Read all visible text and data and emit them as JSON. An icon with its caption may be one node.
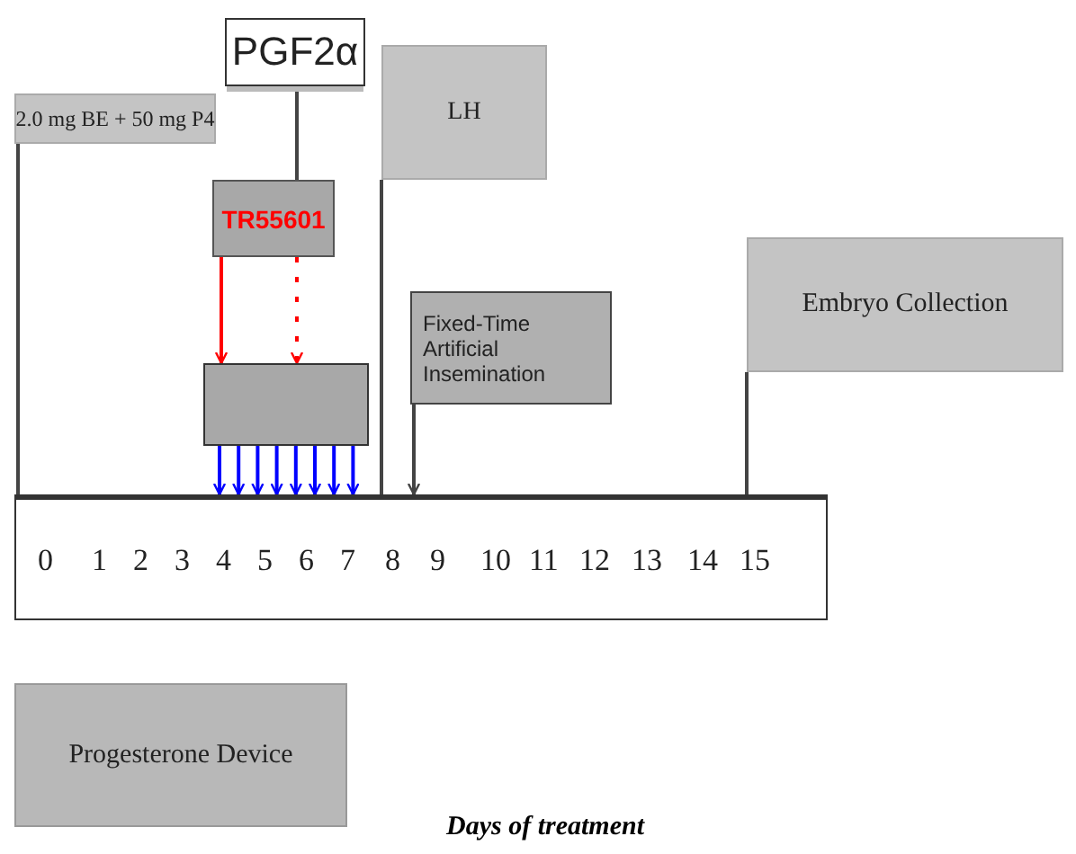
{
  "diagram": {
    "nodes": [
      {
        "text": [
          "2.0 mg BE + 50 mg P4"
        ]
      },
      {
        "text": [
          "PGF2α"
        ]
      },
      {
        "text": [
          "LH"
        ]
      },
      {
        "text": [
          "TR55601"
        ]
      },
      {
        "text": [],
        "shape": "box"
      },
      {
        "text": [
          "Fixed-Time Artificial Insemination"
        ]
      },
      {
        "text": [
          "Embryo Collection"
        ]
      },
      {
        "text": [
          "0",
          "1",
          "2",
          "3",
          "4",
          "5",
          "6",
          "7",
          "8",
          "9",
          "10",
          "11",
          "12",
          "13",
          "14",
          "15"
        ]
      },
      {
        "text": [
          "Progesterone Device"
        ]
      }
    ],
    "edges": [
      {
        "from": 0,
        "to": 7,
        "arrow": "none",
        "color": "#444444"
      },
      {
        "from": 1,
        "to": 3,
        "arrow": "none",
        "color": "#444444"
      },
      {
        "from": 3,
        "to": 4,
        "arrow": "to",
        "color": "#ff0000"
      },
      {
        "from": 3,
        "to": 4,
        "arrow": "to",
        "style": "dashed",
        "color": "#ff0000"
      },
      {
        "from": 2,
        "to": 7,
        "arrow": "none",
        "color": "#444444"
      },
      {
        "from": 5,
        "to": 7,
        "arrow": "to",
        "color": "#444444"
      },
      {
        "from": 6,
        "to": 7,
        "arrow": "none",
        "color": "#444444"
      },
      {
        "from": 4,
        "to": 7,
        "arrow": "to",
        "color": "#0000ff"
      },
      {
        "from": 4,
        "to": 7,
        "arrow": "to",
        "color": "#0000ff"
      },
      {
        "from": 4,
        "to": 7,
        "arrow": "to",
        "color": "#0000ff"
      },
      {
        "from": 4,
        "to": 7,
        "arrow": "to",
        "color": "#0000ff"
      },
      {
        "from": 4,
        "to": 7,
        "arrow": "to",
        "color": "#0000ff"
      },
      {
        "from": 4,
        "to": 7,
        "arrow": "to",
        "color": "#0000ff"
      },
      {
        "from": 4,
        "to": 7,
        "arrow": "to",
        "color": "#0000ff"
      },
      {
        "from": 4,
        "to": 7,
        "arrow": "to",
        "color": "#0000ff"
      }
    ],
    "labels": [
      "Days of treatment"
    ]
  }
}
